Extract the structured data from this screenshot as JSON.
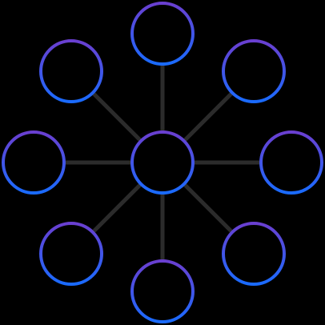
{
  "diagram": {
    "layout": "hub-and-spoke",
    "hub": {
      "id": "center"
    },
    "satellites": [
      {
        "id": "n"
      },
      {
        "id": "ne"
      },
      {
        "id": "e"
      },
      {
        "id": "se"
      },
      {
        "id": "s"
      },
      {
        "id": "sw"
      },
      {
        "id": "w"
      },
      {
        "id": "nw"
      }
    ],
    "edges": [
      {
        "from": "center",
        "to": "n"
      },
      {
        "from": "center",
        "to": "ne"
      },
      {
        "from": "center",
        "to": "e"
      },
      {
        "from": "center",
        "to": "se"
      },
      {
        "from": "center",
        "to": "s"
      },
      {
        "from": "center",
        "to": "sw"
      },
      {
        "from": "center",
        "to": "w"
      },
      {
        "from": "center",
        "to": "nw"
      }
    ]
  },
  "colors": {
    "background": "#000000",
    "edge": "#2b2b2b",
    "node_gradient_start": "#6a3fd0",
    "node_gradient_end": "#1a6bff",
    "node_fill": "#000000"
  }
}
